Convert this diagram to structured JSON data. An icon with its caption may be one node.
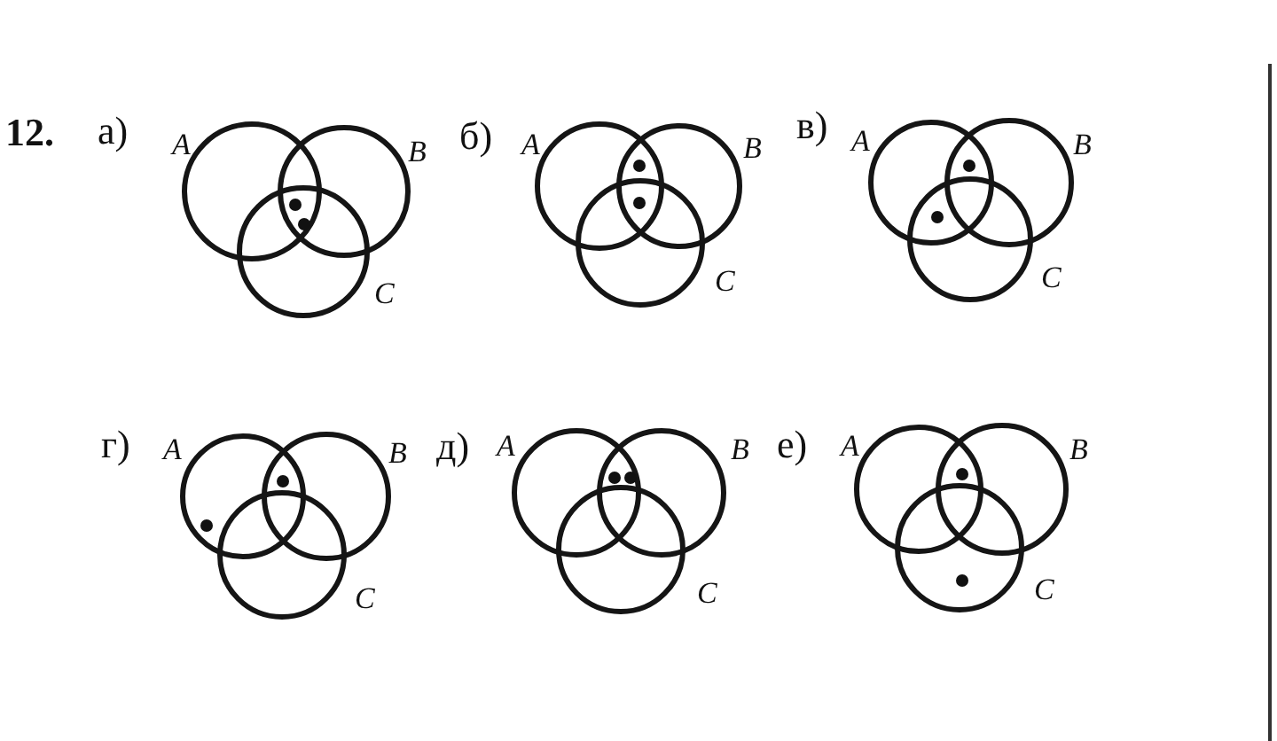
{
  "diagram": {
    "nodes": [
      {
        "text": [
          "A"
        ]
      },
      {
        "text": [
          "B"
        ]
      },
      {
        "text": [
          "C"
        ]
      },
      {
        "text": [],
        "shape": "dot"
      },
      {
        "text": [],
        "shape": "dot"
      },
      {
        "text": [
          "A"
        ]
      },
      {
        "text": [
          "B"
        ]
      },
      {
        "text": [
          "C"
        ]
      },
      {
        "text": [],
        "shape": "dot"
      },
      {
        "text": [],
        "shape": "dot"
      },
      {
        "text": [
          "A"
        ]
      },
      {
        "text": [
          "B"
        ]
      },
      {
        "text": [
          "C"
        ]
      },
      {
        "text": [],
        "shape": "dot"
      },
      {
        "text": [],
        "shape": "dot"
      },
      {
        "text": [
          "A"
        ]
      },
      {
        "text": [
          "B"
        ]
      },
      {
        "text": [
          "C"
        ]
      },
      {
        "text": [],
        "shape": "dot"
      },
      {
        "text": [],
        "shape": "dot",
        "in": 15
      },
      {
        "text": [
          "A"
        ]
      },
      {
        "text": [
          "B"
        ]
      },
      {
        "text": [
          "C"
        ]
      },
      {
        "text": [],
        "shape": "dot"
      },
      {
        "text": [],
        "shape": "dot"
      },
      {
        "text": [
          "A"
        ]
      },
      {
        "text": [
          "B"
        ]
      },
      {
        "text": [
          "C"
        ]
      },
      {
        "text": [],
        "shape": "dot"
      },
      {
        "text": [],
        "shape": "dot",
        "in": 27
      }
    ],
    "edges": [],
    "labels": [
      "12.",
      "а)",
      "б)",
      "в)",
      "г)",
      "д)",
      "е)"
    ]
  }
}
